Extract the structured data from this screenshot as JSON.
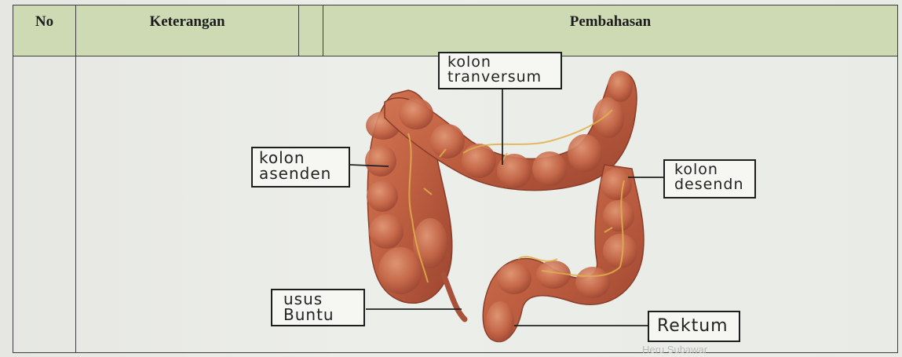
{
  "table": {
    "headers": {
      "no": "No",
      "keterangan": "Keterangan",
      "pembahasan": "Pembahasan"
    }
  },
  "diagram": {
    "labels": {
      "kolon_transversum": [
        "kolon",
        "tranversum"
      ],
      "kolon_asenden": [
        "kolon",
        "asenden"
      ],
      "kolon_desenden": [
        "kolon",
        "desendn"
      ],
      "usus_buntu": [
        "usus",
        "Buntu"
      ],
      "rektum": [
        "Rektum"
      ]
    },
    "watermark": "Heru Subawar"
  },
  "colors": {
    "header_fill": "#cddab4",
    "organ": "#c0684a",
    "vessel": "#e0b04a"
  }
}
